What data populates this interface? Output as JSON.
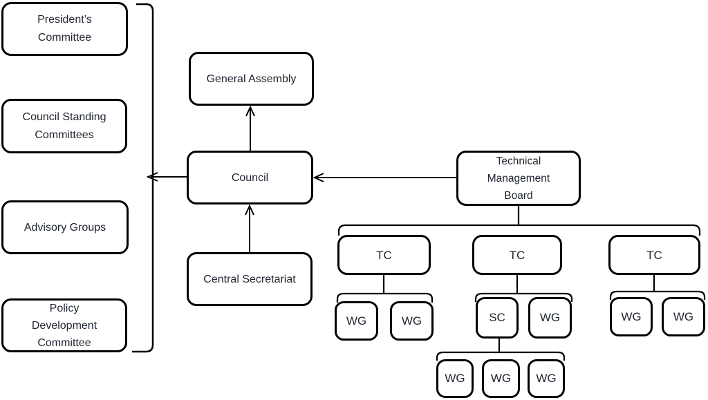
{
  "colors": {
    "background": "#ffffff",
    "line": "#000000",
    "text": "#1f2430"
  },
  "governance": {
    "committees": [
      {
        "label": "President’s\nCommittee"
      },
      {
        "label": "Council Standing\nCommittees"
      },
      {
        "label": "Advisory Groups"
      },
      {
        "label": "Policy\nDevelopment\nCommittee"
      }
    ],
    "general_assembly": {
      "label": "General Assembly"
    },
    "council": {
      "label": "Council"
    },
    "central_secretariat": {
      "label": "Central Secretariat"
    },
    "technical_management_board": {
      "label": "Technical\nManagement\nBoard"
    },
    "technical_committees": [
      {
        "label": "TC",
        "children": [
          {
            "label": "WG"
          },
          {
            "label": "WG"
          }
        ]
      },
      {
        "label": "TC",
        "children": [
          {
            "label": "SC",
            "children": [
              {
                "label": "WG"
              },
              {
                "label": "WG"
              },
              {
                "label": "WG"
              }
            ]
          },
          {
            "label": "WG"
          }
        ]
      },
      {
        "label": "TC",
        "children": [
          {
            "label": "WG"
          },
          {
            "label": "WG"
          }
        ]
      }
    ]
  },
  "connections": [
    {
      "from": "Council",
      "to": "General Assembly",
      "type": "arrow-up"
    },
    {
      "from": "Central Secretariat",
      "to": "Council",
      "type": "arrow-up"
    },
    {
      "from": "Technical Management Board",
      "to": "Council",
      "type": "arrow-left"
    },
    {
      "from": "Council",
      "to": "committees bracket group",
      "type": "arrow-left"
    },
    {
      "from": "Technical Management Board",
      "to": "TC row",
      "type": "bracket"
    },
    {
      "from": "TC",
      "to": "WG row",
      "type": "bracket"
    },
    {
      "from": "SC",
      "to": "WG row",
      "type": "bracket"
    }
  ]
}
